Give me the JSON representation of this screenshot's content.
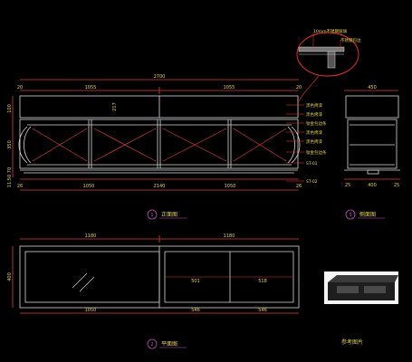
{
  "colors": {
    "background": "#000000",
    "line": "#d8d8d8",
    "dim": "#e23b3b",
    "leader": "#ff3030",
    "label": "#e8d24a",
    "bubble": "#c050c0"
  },
  "elevation": {
    "title": "正面图",
    "index": "1",
    "dims_top": [
      "2700",
      "1055",
      "1055"
    ],
    "dims_top_small": [
      "20",
      "20"
    ],
    "dims_left": [
      "100",
      "350",
      "70",
      "11.50"
    ],
    "dims_bottom": [
      "26",
      "1050",
      "2140",
      "1050",
      "26"
    ],
    "center_label": "217"
  },
  "side": {
    "title": "侧面图",
    "index": "3",
    "dims_top": [
      "450"
    ],
    "dims_bottom": [
      "25",
      "400",
      "25"
    ]
  },
  "plan": {
    "title": "平面图",
    "index": "2",
    "dims_top": [
      "1180",
      "1180"
    ],
    "dims_left": [
      "400"
    ],
    "dims_bottom": [
      "1050",
      "546",
      "546"
    ],
    "inner_labels": [
      "501",
      "518"
    ]
  },
  "notes": {
    "detail": [
      "10mm不锈钢玻璃",
      "不锈钢包边"
    ],
    "material": [
      "黑色烤漆",
      "黑色烤漆",
      "钛金包边条",
      "黑色烤漆",
      "黑色烤漆",
      "钛金包边条",
      "ST-01",
      "ST-02"
    ]
  },
  "reference": {
    "label": "参考图片"
  }
}
